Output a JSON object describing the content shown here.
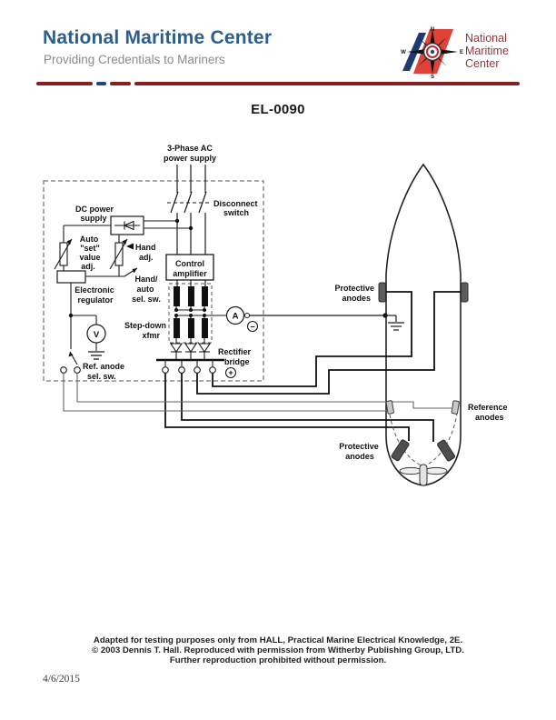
{
  "header": {
    "title": "National Maritime Center",
    "tagline": "Providing Credentials to Mariners",
    "logo": {
      "line1": "National",
      "line2": "Maritime",
      "line3": "Center",
      "compass_n": "N",
      "compass_e": "E",
      "compass_s": "S",
      "compass_w": "W"
    }
  },
  "document": {
    "code": "EL-0090",
    "date": "4/6/2015"
  },
  "diagram": {
    "labels": {
      "supply1": "3-Phase AC",
      "supply2": "power supply",
      "disconnect1": "Disconnect",
      "disconnect2": "switch",
      "dc1": "DC power",
      "dc2": "supply",
      "auto1": "Auto",
      "auto2": "\"set\"",
      "auto3": "value",
      "auto4": "adj.",
      "hand1": "Hand",
      "hand2": "adj.",
      "control1": "Control",
      "control2": "amplifier",
      "elec1": "Electronic",
      "elec2": "regulator",
      "handauto1": "Hand/",
      "handauto2": "auto",
      "handauto3": "sel. sw.",
      "stepdown1": "Step-down",
      "stepdown2": "xfmr",
      "rectifier1": "Rectifier",
      "rectifier2": "bridge",
      "refsw1": "Ref. anode",
      "refsw2": "sel. sw.",
      "prot_fwd1": "Protective",
      "prot_fwd2": "anodes",
      "prot_aft1": "Protective",
      "prot_aft2": "anodes",
      "ref_anodes1": "Reference",
      "ref_anodes2": "anodes",
      "ammeter": "A",
      "voltmeter": "V",
      "plus": "+",
      "minus": "−"
    }
  },
  "footer": {
    "line1": "Adapted for testing purposes only from HALL, Practical Marine Electrical Knowledge, 2E.",
    "line2": "© 2003 Dennis T. Hall. Reproduced with permission from Witherby Publishing Group, LTD.",
    "line3": "Further reproduction prohibited without permission."
  },
  "colors": {
    "header_blue": "#2A5E8C",
    "tagline_gray": "#8B8B8B",
    "divider_maroon": "#861F1F",
    "divider_blue": "#27427E",
    "logo_red_text": "#9D3339",
    "stripe_red": "#E04238",
    "stripe_blue": "#1F3A70",
    "line_black": "#1a1a1a"
  }
}
